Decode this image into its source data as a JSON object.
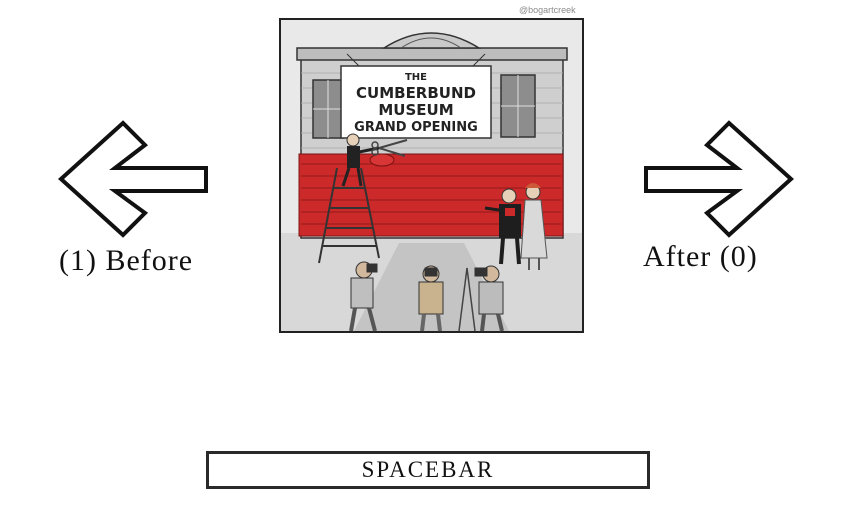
{
  "navigation": {
    "before_label": "(1) Before",
    "after_label": "After (0)"
  },
  "image": {
    "watermark": "@bogartcreek",
    "sign": {
      "line1": "THE",
      "line2": "CUMBERBUND",
      "line3": "MUSEUM",
      "line4": "GRAND OPENING"
    }
  },
  "spacebar_label": "SPACEBAR",
  "colors": {
    "ribbon": "#cc2a2a",
    "outline": "#111111",
    "building": "#c9c9c9"
  }
}
